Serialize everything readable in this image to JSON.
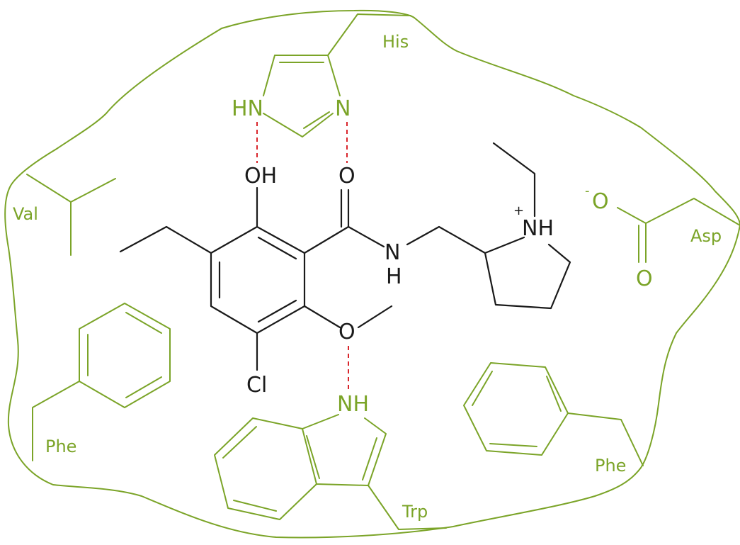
{
  "colors": {
    "ligand": "#1a1a1a",
    "pocket": "#7ba428",
    "hbond": "#d9262c"
  },
  "ligand_labels": {
    "oh": "OH",
    "carbonyl_o": "O",
    "amide_n": "N",
    "amide_h": "H",
    "ammonium": "NH",
    "ammonium_charge": "+",
    "methoxy_o": "O",
    "cl": "Cl"
  },
  "residue_atoms": {
    "his_hn": "HN",
    "his_n": "N",
    "trp_nh": "NH",
    "asp_o_minus": "O",
    "asp_charge": "-",
    "asp_o": "O"
  },
  "residues": {
    "his": "His",
    "val": "Val",
    "phe_left": "Phe",
    "phe_right": "Phe",
    "trp": "Trp",
    "asp": "Asp"
  }
}
